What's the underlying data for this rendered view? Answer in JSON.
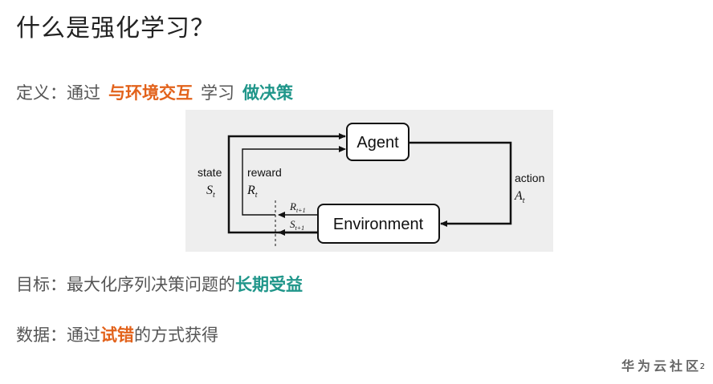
{
  "slide": {
    "title": "什么是强化学习？",
    "definition": {
      "label": "定义：通过",
      "highlight1": "与环境交互",
      "middle": "学习",
      "highlight2": "做决策"
    },
    "goal": {
      "label": "目标：最大化序列决策问题的",
      "highlight": "长期受益"
    },
    "data": {
      "label": "数据：通过",
      "highlight": "试错",
      "suffix": "的方式获得"
    },
    "footer": "华为云社区",
    "page_number": "2"
  },
  "diagram": {
    "agent": "Agent",
    "environment": "Environment",
    "state_label": "state",
    "state_symbol": "S",
    "state_sub": "t",
    "reward_label": "reward",
    "reward_symbol": "R",
    "reward_sub": "t",
    "action_label": "action",
    "action_symbol": "A",
    "action_sub": "t",
    "next_reward_symbol": "R",
    "next_reward_sub": "t+1",
    "next_state_symbol": "S",
    "next_state_sub": "t+1"
  }
}
